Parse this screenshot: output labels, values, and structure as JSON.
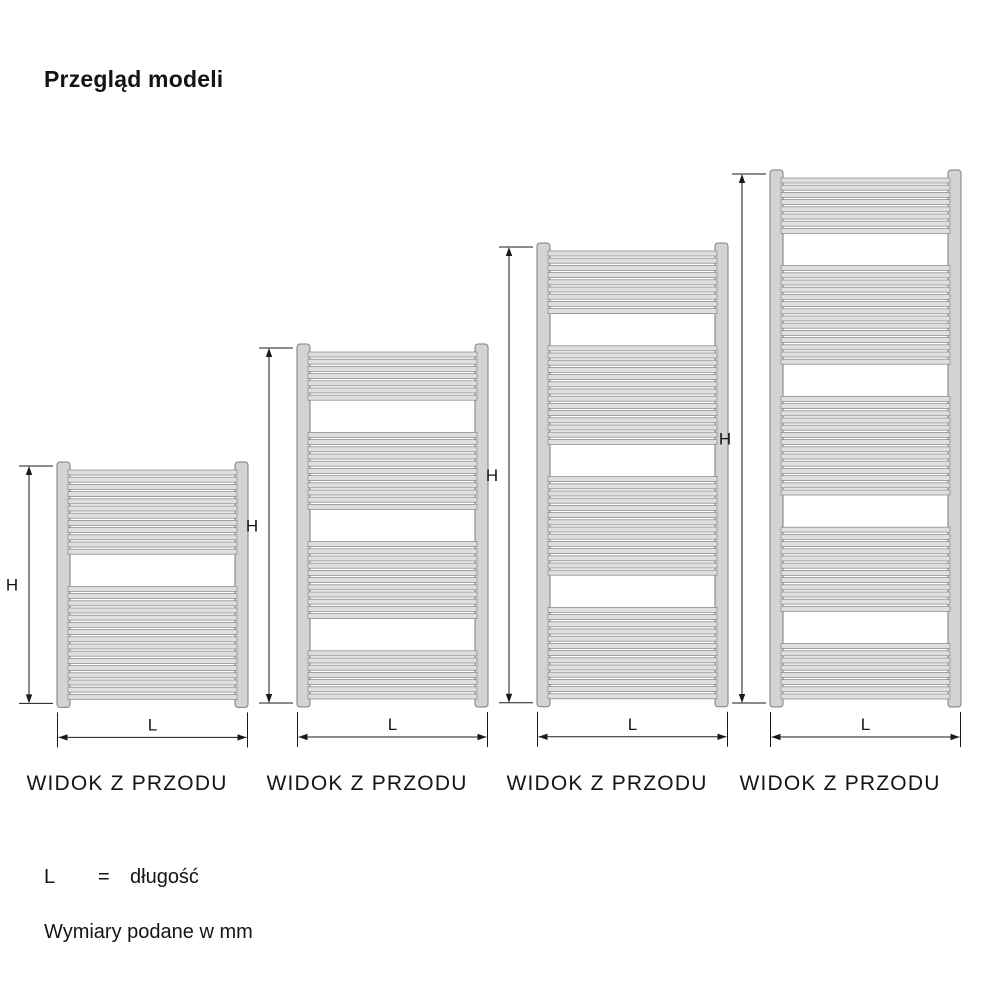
{
  "title": "Przegląd modeli",
  "view_label": "WIDOK Z PRZODU",
  "dimension_labels": {
    "height": "H",
    "length": "L"
  },
  "legend": {
    "symbol": "L",
    "equals": "=",
    "meaning": "długość"
  },
  "note": "Wymiary podane w mm",
  "colors": {
    "tube_fill": "#d3d3d3",
    "tube_stroke": "#7c7c7c",
    "rung_fill": "#dedede",
    "rung_stroke": "#8f8f8f",
    "dimension_line": "#1a1a1a",
    "text": "#141414"
  },
  "models": [
    {
      "name": "size-1",
      "groups": [
        12,
        16
      ]
    },
    {
      "name": "size-2",
      "groups": [
        7,
        11,
        11,
        7
      ]
    },
    {
      "name": "size-3",
      "groups": [
        9,
        14,
        14,
        13
      ]
    },
    {
      "name": "size-4",
      "groups": [
        8,
        14,
        14,
        12,
        8
      ]
    }
  ]
}
